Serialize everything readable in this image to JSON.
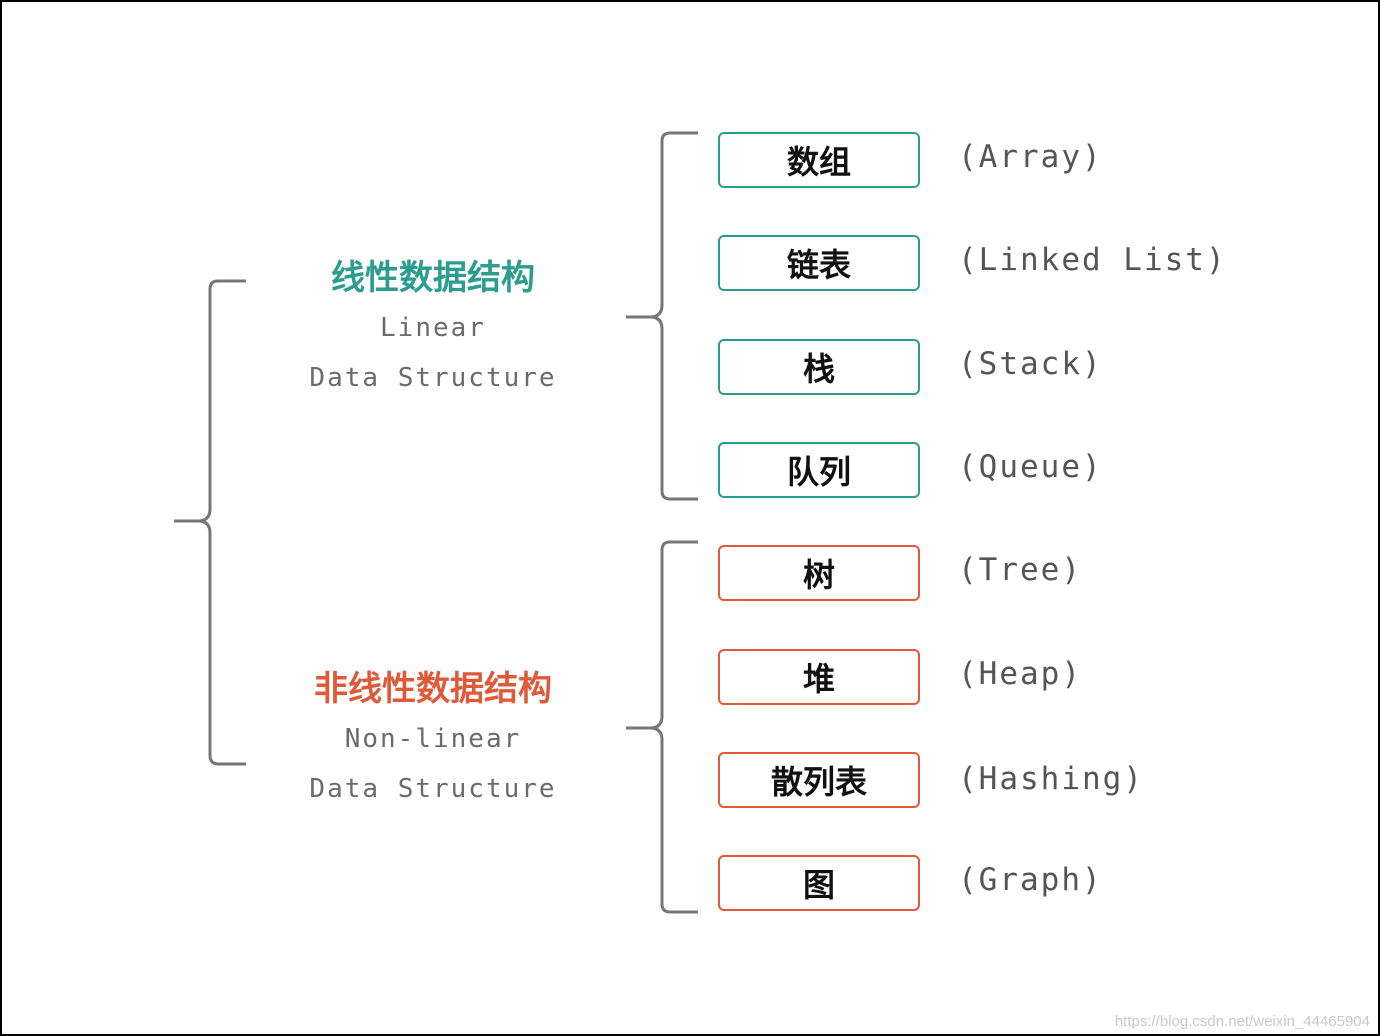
{
  "colors": {
    "linear": "#2a9d8f",
    "nonlinear": "#e05a3a",
    "brace": "#777777"
  },
  "linear": {
    "title": "线性数据结构",
    "subtitle_line1": "Linear",
    "subtitle_line2": "Data Structure",
    "items": [
      {
        "zh": "数组",
        "en": "(Array)"
      },
      {
        "zh": "链表",
        "en": "(Linked List)"
      },
      {
        "zh": "栈",
        "en": "(Stack)"
      },
      {
        "zh": "队列",
        "en": "(Queue)"
      }
    ]
  },
  "nonlinear": {
    "title": "非线性数据结构",
    "subtitle_line1": "Non-linear",
    "subtitle_line2": "Data Structure",
    "items": [
      {
        "zh": "树",
        "en": "(Tree)"
      },
      {
        "zh": "堆",
        "en": "(Heap)"
      },
      {
        "zh": "散列表",
        "en": "(Hashing)"
      },
      {
        "zh": "图",
        "en": "(Graph)"
      }
    ]
  },
  "watermark": "https://blog.csdn.net/weixin_44465904"
}
